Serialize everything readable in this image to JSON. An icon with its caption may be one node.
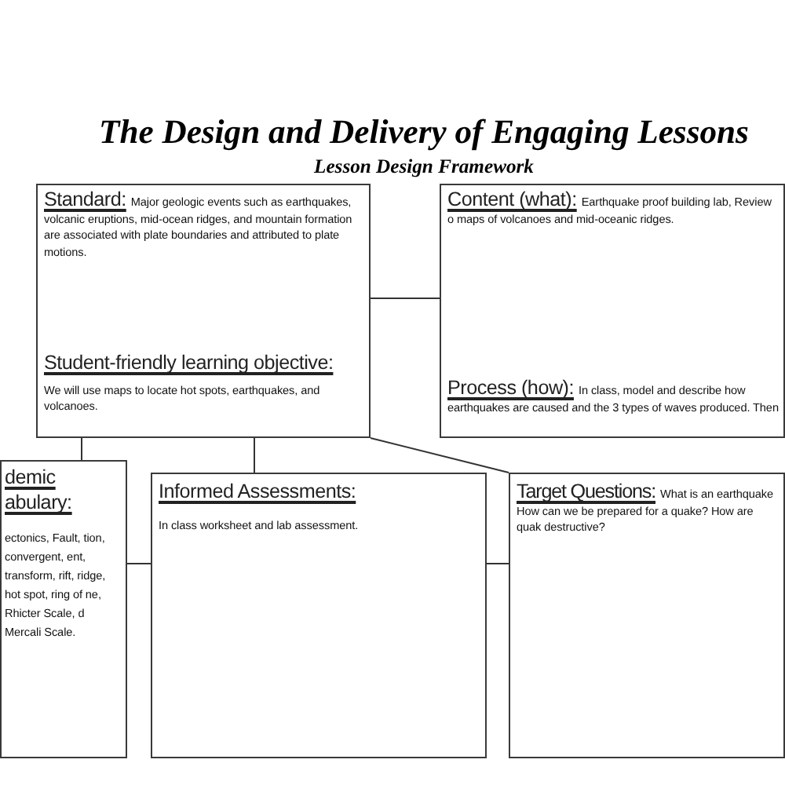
{
  "diagram": {
    "title": "The Design and Delivery of Engaging Lessons",
    "nodes": [
      {
        "text": [
          "Standard:",
          "Major geologic events such as earthquakes, volcanic eruptions, mid-ocean ridges, and mountain formation are associated with plate boundaries and attributed to plate motions.",
          "Student-friendly learning objective:",
          "We will use maps to locate hot spots, earthquakes, and volcanoes."
        ]
      },
      {
        "text": [
          "Content (what):",
          "Earthquake proof building lab, Review o maps of volcanoes and mid-oceanic ridges.",
          "Process (how):",
          "In class, model and describe how earthquakes are caused and the 3 types of waves produced. Then"
        ]
      },
      {
        "text": [
          "demic abulary:",
          "ectonics, Fault, tion, convergent, ent, transform, rift, ridge, hot spot, ring of ne, Rhicter Scale, d Mercali Scale."
        ]
      },
      {
        "text": [
          "Informed Assessments:",
          "In class worksheet and lab assessment."
        ]
      },
      {
        "text": [
          "Target Questions:",
          "What is an earthquake How can we be prepared for a quake? How are quak destructive?"
        ]
      }
    ],
    "edges": [
      {
        "from": 0,
        "to": 1,
        "arrow": "none"
      },
      {
        "from": 0,
        "to": 2,
        "arrow": "none"
      },
      {
        "from": 0,
        "to": 3,
        "arrow": "none"
      },
      {
        "from": 0,
        "to": 4,
        "arrow": "none"
      },
      {
        "from": 2,
        "to": 3,
        "arrow": "none"
      },
      {
        "from": 3,
        "to": 4,
        "arrow": "none"
      }
    ],
    "labels": [
      "Lesson Design Framework"
    ]
  }
}
